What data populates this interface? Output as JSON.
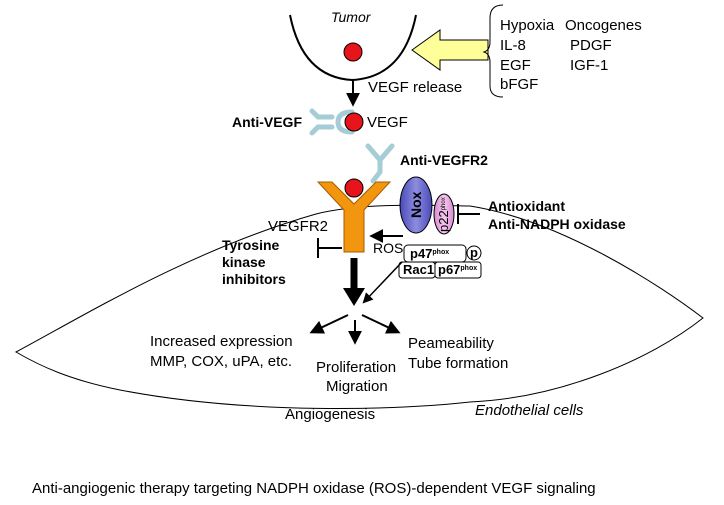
{
  "tumor_label": "Tumor",
  "stimuli": {
    "hypoxia": "Hypoxia",
    "oncogenes": "Oncogenes",
    "il8": "IL-8",
    "pdgf": "PDGF",
    "egf": "EGF",
    "igf1": "IGF-1",
    "bfgf": "bFGF"
  },
  "vegf_release": "VEGF release",
  "anti_vegf": "Anti-VEGF",
  "vegf": "VEGF",
  "anti_vegfr2": "Anti-VEGFR2",
  "vegfr2": "VEGFR2",
  "nox": "Nox",
  "p22": {
    "base": "p22",
    "sup": "phox"
  },
  "antioxidant": "Antioxidant",
  "anti_nadph": "Anti-NADPH oxidase",
  "tyrosine": {
    "line1": "Tyrosine",
    "line2": "kinase",
    "line3": "inhibitors"
  },
  "ros": "ROS",
  "p47": {
    "base": "p47",
    "sup": "phox"
  },
  "p_label": "p",
  "rac1": "Rac1",
  "p67": {
    "base": "p67",
    "sup": "phox"
  },
  "increased": {
    "line1": "Increased expression",
    "line2": "MMP, COX, uPA, etc."
  },
  "proliferation": {
    "line1": "Proliferation",
    "line2": "Migration"
  },
  "permeability": {
    "line1": "Peameability",
    "line2": "Tube formation"
  },
  "angiogenesis": "Angiogenesis",
  "endothelial": "Endothelial cells",
  "caption": "Anti-angiogenic therapy targeting NADPH oxidase (ROS)-dependent VEGF signaling",
  "colors": {
    "vegf_red": "#e8141b",
    "receptor_orange": "#f2950f",
    "antibody_blue": "#a6cdd6",
    "nox_purple": "#6f6fc8",
    "p22_pink": "#e8a8e0",
    "arrow_yellow": "#ffff99"
  }
}
